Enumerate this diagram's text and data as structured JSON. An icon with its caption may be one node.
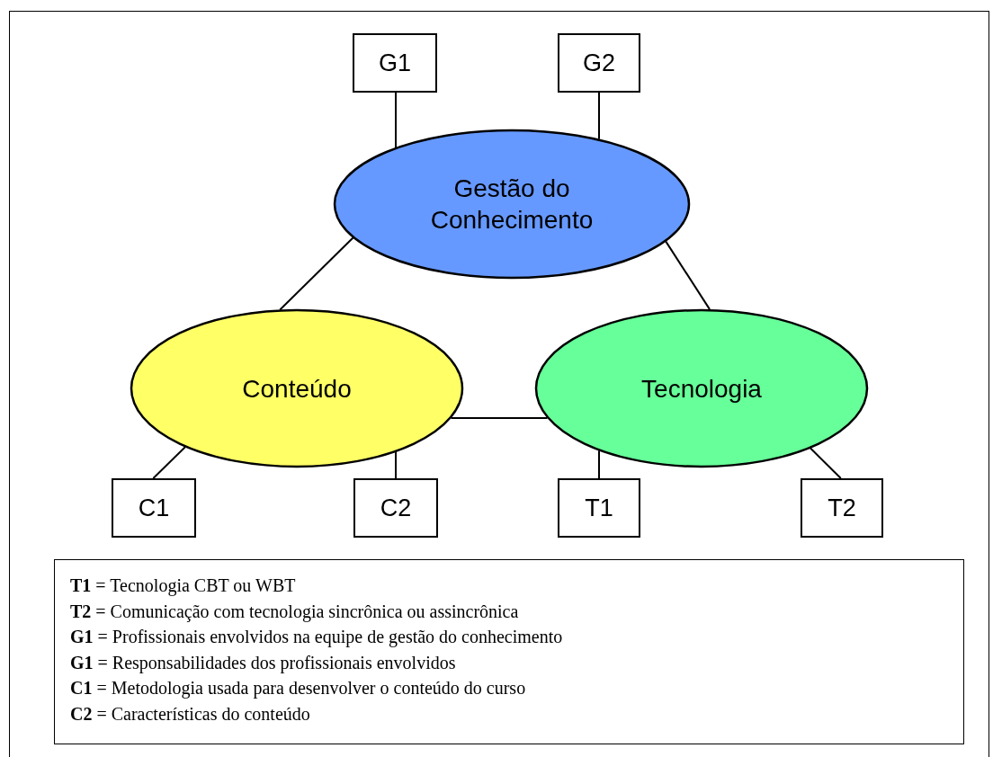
{
  "diagram": {
    "nodes": [
      {
        "text": [
          "G1"
        ]
      },
      {
        "text": [
          "G2"
        ]
      },
      {
        "text": [
          "Gestão do Conhecimento"
        ]
      },
      {
        "text": [
          "Conteúdo"
        ]
      },
      {
        "text": [
          "Tecnologia"
        ]
      },
      {
        "text": [
          "C1"
        ]
      },
      {
        "text": [
          "C2"
        ]
      },
      {
        "text": [
          "T1"
        ]
      },
      {
        "text": [
          "T2"
        ]
      },
      {
        "text": [
          "**T1** = Tecnologia CBT ou WBT",
          "**T2** = Comunicação com tecnologia sincrônica ou assincrônica",
          "**G1** = Profissionais envolvidos na equipe de gestão do conhecimento",
          "**G1** = Responsabilidades dos profissionais envolvidos",
          "**C1** = Metodologia usada para desenvolver o conteúdo do curso",
          "**C2** = Características do conteúdo"
        ]
      }
    ],
    "edges": [
      {
        "from": 0,
        "to": 2,
        "arrow": "none"
      },
      {
        "from": 1,
        "to": 2,
        "arrow": "none"
      },
      {
        "from": 2,
        "to": 3,
        "arrow": "none"
      },
      {
        "from": 2,
        "to": 4,
        "arrow": "none"
      },
      {
        "from": 3,
        "to": 4,
        "arrow": "none"
      },
      {
        "from": 3,
        "to": 5,
        "arrow": "none"
      },
      {
        "from": 3,
        "to": 6,
        "arrow": "none"
      },
      {
        "from": 4,
        "to": 7,
        "arrow": "none"
      },
      {
        "from": 4,
        "to": 8,
        "arrow": "none"
      }
    ]
  }
}
